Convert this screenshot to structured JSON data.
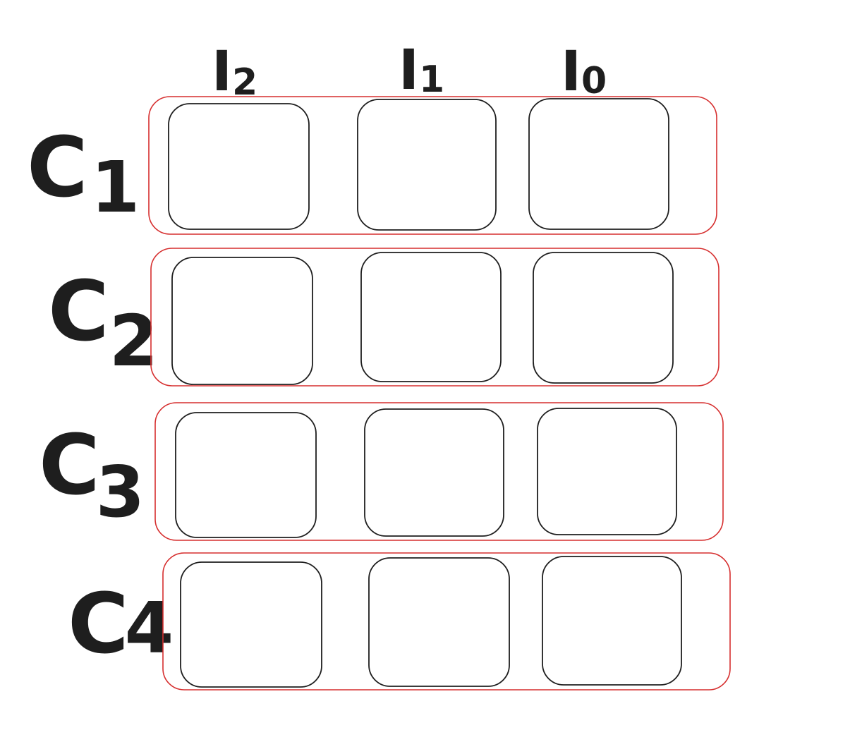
{
  "diagram": {
    "columns": [
      {
        "letter": "I",
        "sub": "2"
      },
      {
        "letter": "I",
        "sub": "1"
      },
      {
        "letter": "I",
        "sub": "0"
      }
    ],
    "rows": [
      {
        "letter": "C",
        "sub": "1",
        "cells": 3
      },
      {
        "letter": "C",
        "sub": "2",
        "cells": 3
      },
      {
        "letter": "C",
        "sub": "3",
        "cells": 3
      },
      {
        "letter": "C",
        "sub": "4",
        "cells": 3
      }
    ],
    "colors": {
      "row_outline": "#d62f2f",
      "cell_outline": "#1e1e1e",
      "text": "#1e1e1e",
      "background": "#ffffff"
    }
  }
}
